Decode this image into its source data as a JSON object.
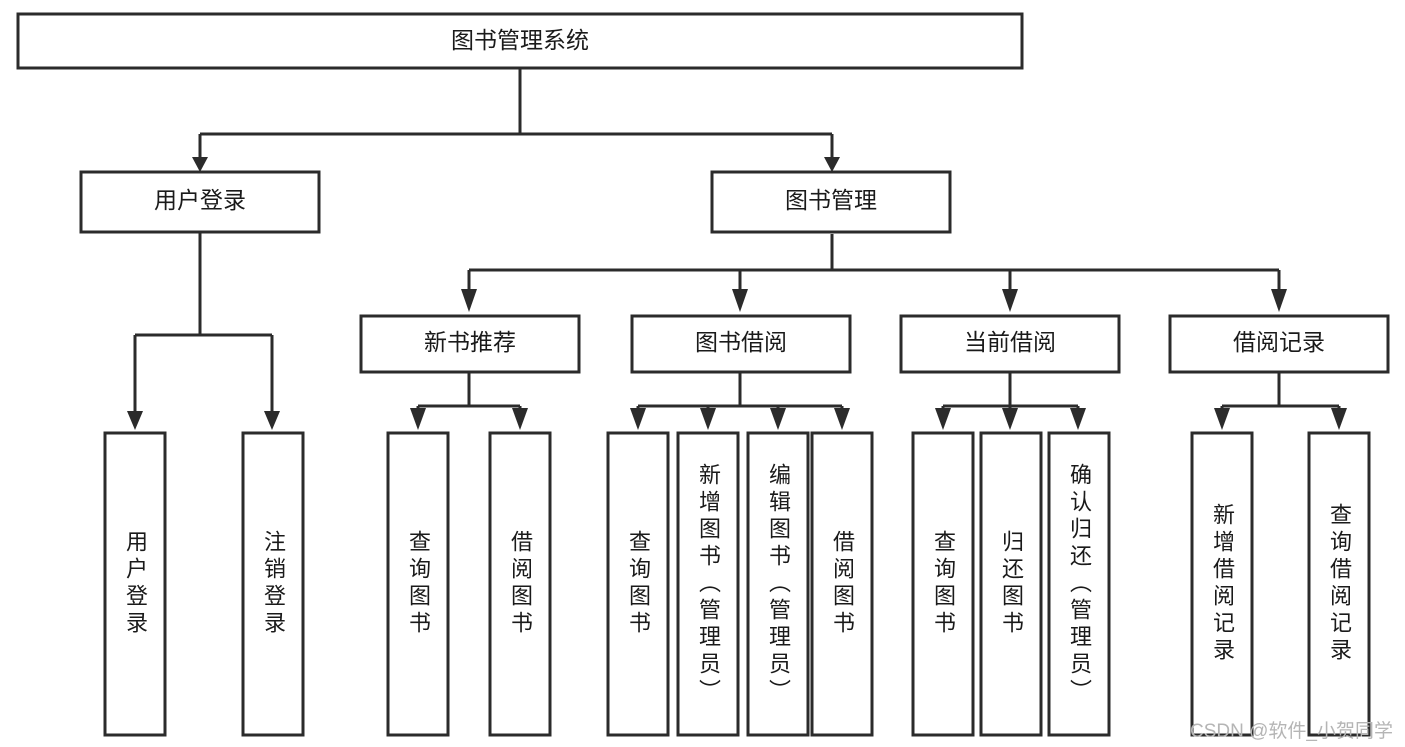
{
  "diagram": {
    "title": "图书管理系统",
    "watermark": "CSDN @软件_小贺同学",
    "style": {
      "stroke": "#2b2b2b",
      "fill": "#ffffff",
      "text": "#1a1a1a",
      "watermark_color": "#b5b5b5"
    },
    "levels": {
      "root": {
        "label": "图书管理系统"
      },
      "level2": [
        {
          "label": "用户登录"
        },
        {
          "label": "图书管理"
        }
      ],
      "level3": [
        {
          "label": "新书推荐"
        },
        {
          "label": "图书借阅"
        },
        {
          "label": "当前借阅"
        },
        {
          "label": "借阅记录"
        }
      ],
      "leaves": {
        "user_login": [
          {
            "label": "用户登录"
          },
          {
            "label": "注销登录"
          }
        ],
        "new_book_recommend": [
          {
            "label": "查询图书"
          },
          {
            "label": "借阅图书"
          }
        ],
        "book_borrow": [
          {
            "label": "查询图书"
          },
          {
            "label": "新增图书（管理员）"
          },
          {
            "label": "编辑图书（管理员）"
          },
          {
            "label": "借阅图书"
          }
        ],
        "current_borrow": [
          {
            "label": "查询图书"
          },
          {
            "label": "归还图书"
          },
          {
            "label": "确认归还（管理员）"
          }
        ],
        "borrow_record": [
          {
            "label": "新增借阅记录"
          },
          {
            "label": "查询借阅记录"
          }
        ]
      }
    }
  }
}
